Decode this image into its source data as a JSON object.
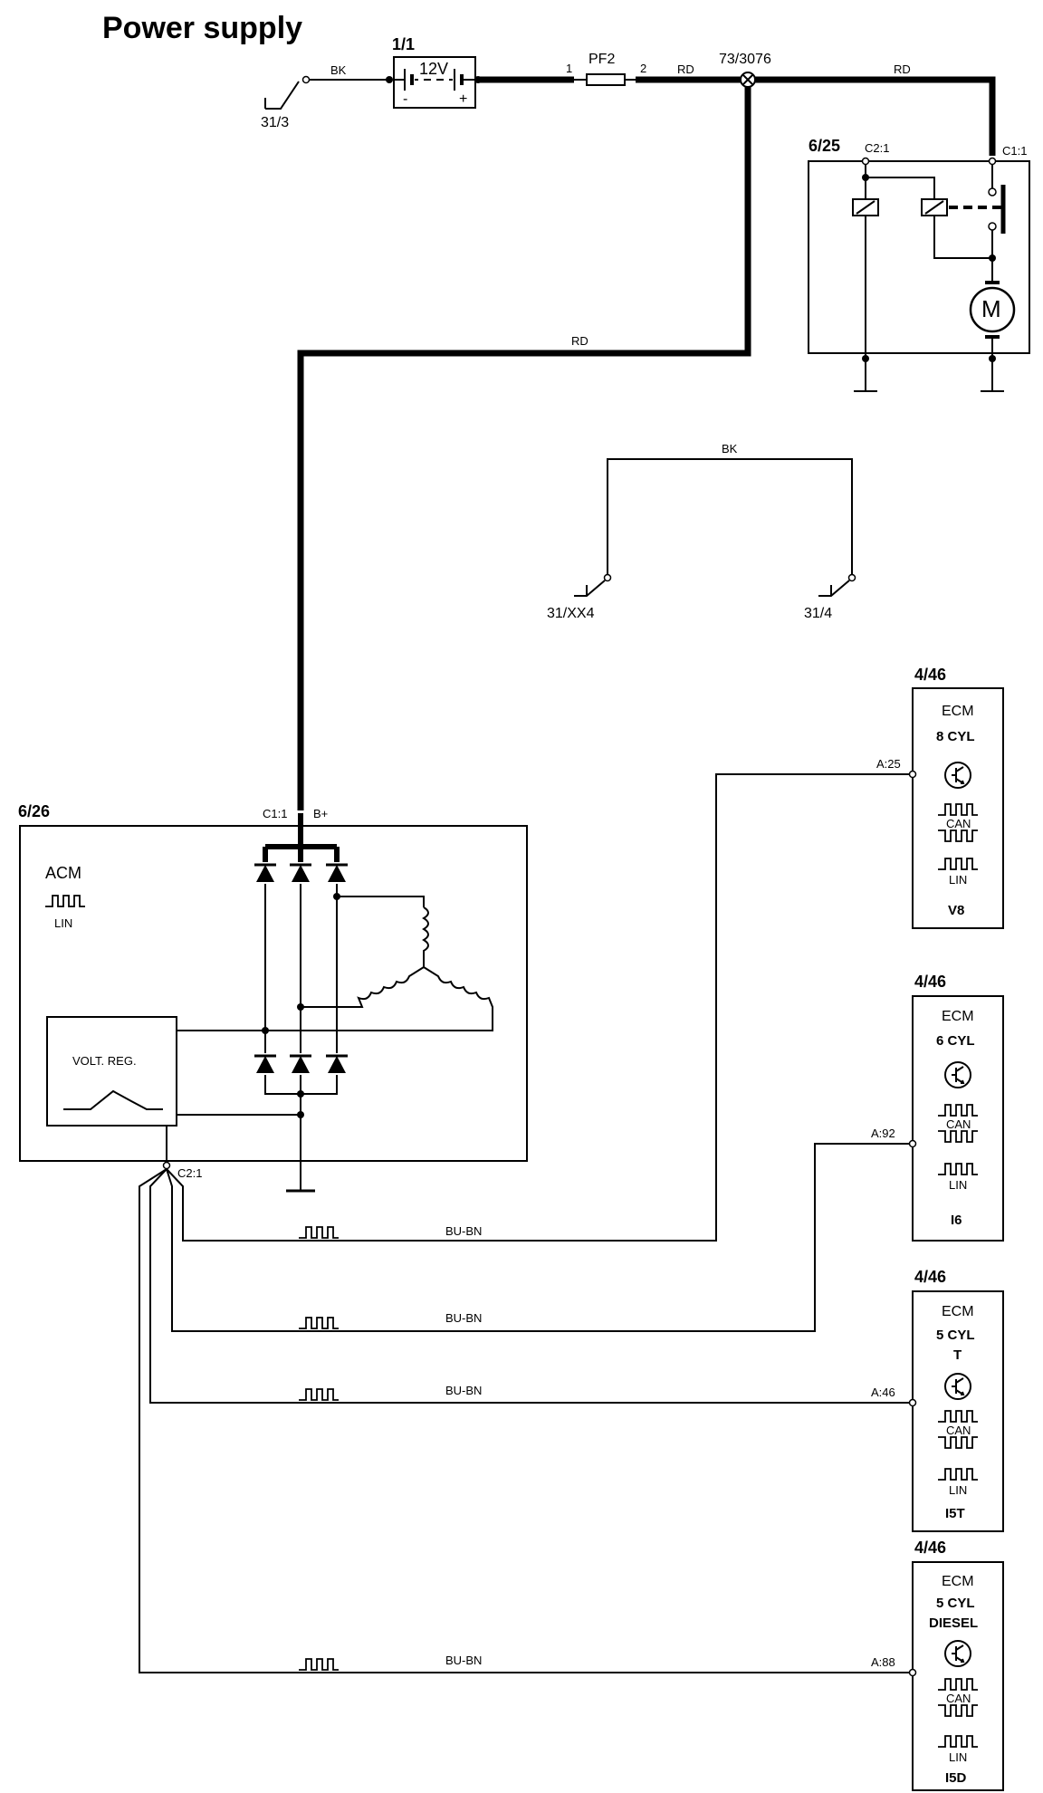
{
  "title": "Power supply",
  "components": {
    "battery": {
      "id": "1/1",
      "voltage": "12V",
      "minus": "-",
      "plus": "+"
    },
    "fuse": {
      "name": "PF2",
      "pin1": "1",
      "pin2": "2"
    },
    "junction": {
      "id": "73/3076"
    },
    "starter": {
      "id": "6/25",
      "pin_c2": "C2:1",
      "pin_c1": "C1:1",
      "motor": "M"
    },
    "alternator": {
      "id": "6/26",
      "name": "ACM",
      "lin": "LIN",
      "regulator": "VOLT. REG.",
      "pin_c1": "C1:1",
      "pin_bplus": "B+",
      "pin_c2": "C2:1"
    }
  },
  "grounds": {
    "g1": "31/3",
    "g2": "31/XX4",
    "g3": "31/4"
  },
  "wire_colors": {
    "bk1": "BK",
    "bk2": "BK",
    "rd1": "RD",
    "rd2": "RD",
    "rd3": "RD"
  },
  "lin_wires": [
    {
      "color": "BU-BN",
      "pin": "A:25"
    },
    {
      "color": "BU-BN",
      "pin": "A:92"
    },
    {
      "color": "BU-BN",
      "pin": "A:46"
    },
    {
      "color": "BU-BN",
      "pin": "A:88"
    }
  ],
  "ecms": [
    {
      "id": "4/46",
      "name": "ECM",
      "cyl": "8 CYL",
      "sub": "",
      "can": "CAN",
      "lin": "LIN",
      "variant": "V8"
    },
    {
      "id": "4/46",
      "name": "ECM",
      "cyl": "6 CYL",
      "sub": "",
      "can": "CAN",
      "lin": "LIN",
      "variant": "I6"
    },
    {
      "id": "4/46",
      "name": "ECM",
      "cyl": "5 CYL",
      "sub": "T",
      "can": "CAN",
      "lin": "LIN",
      "variant": "I5T"
    },
    {
      "id": "4/46",
      "name": "ECM",
      "cyl": "5 CYL",
      "sub": "DIESEL",
      "can": "CAN",
      "lin": "LIN",
      "variant": "I5D"
    }
  ]
}
